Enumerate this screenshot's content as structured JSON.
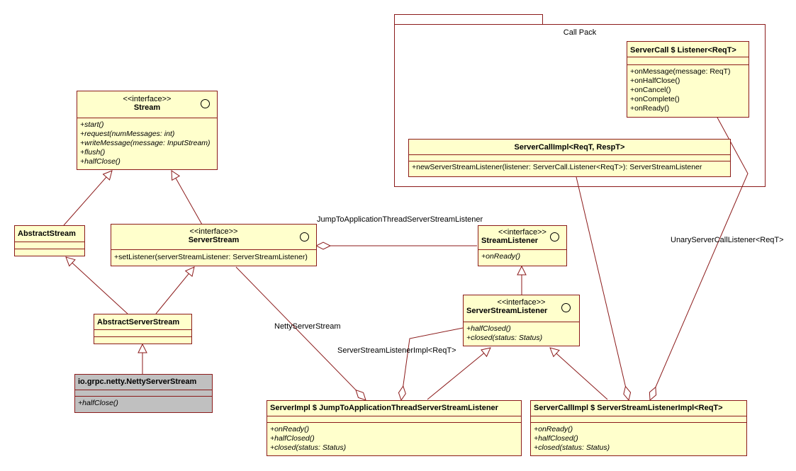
{
  "package": {
    "name": "Call Pack"
  },
  "classes": {
    "stream": {
      "stereotype": "<<interface>>",
      "name": "Stream",
      "ops": [
        "+start()",
        "+request(numMessages: int)",
        "+writeMessage(message: InputStream)",
        "+flush()",
        "+halfClose()"
      ]
    },
    "abstract_stream": {
      "name": "AbstractStream"
    },
    "server_stream": {
      "stereotype": "<<interface>>",
      "name": "ServerStream",
      "ops": [
        "+setListener(serverStreamListener: ServerStreamListener)"
      ]
    },
    "abstract_server_stream": {
      "name": "AbstractServerStream"
    },
    "netty_server_stream": {
      "name": "io.grpc.netty.NettyServerStream",
      "ops": [
        "+halfClose()"
      ]
    },
    "stream_listener": {
      "stereotype": "<<interface>>",
      "name": "StreamListener",
      "ops": [
        "+onReady()"
      ]
    },
    "server_stream_listener": {
      "stereotype": "<<interface>>",
      "name": "ServerStreamListener",
      "ops": [
        "+halfClosed()",
        "+closed(status: Status)"
      ]
    },
    "server_call_listener": {
      "name": "ServerCall $ Listener<ReqT>",
      "ops": [
        "+onMessage(message: ReqT)",
        "+onHalfClose()",
        "+onCancel()",
        "+onComplete()",
        "+onReady()"
      ]
    },
    "server_call_impl": {
      "name": "ServerCallImpl<ReqT, RespT>",
      "ops": [
        "+newServerStreamListener(listener: ServerCall.Listener<ReqT>): ServerStreamListener"
      ]
    },
    "jump_listener": {
      "name": "ServerImpl $ JumpToApplicationThreadServerStreamListener",
      "ops": [
        "+onReady()",
        "+halfClosed()",
        "+closed(status: Status)"
      ]
    },
    "server_call_impl_listener": {
      "name": "ServerCallImpl $ ServerStreamListenerImpl<ReqT>",
      "ops": [
        "+onReady()",
        "+halfClosed()",
        "+closed(status: Status)"
      ]
    }
  },
  "edge_labels": {
    "jump": "JumpToApplicationThreadServerStreamListener",
    "netty": "NettyServerStream",
    "listener_impl": "ServerStreamListenerImpl<ReqT>",
    "unary": "UnaryServerCallListener<ReqT>"
  },
  "colors": {
    "class_fill": "#ffffcc",
    "class_border": "#8b1a1a",
    "highlight_fill": "#c0c0c0"
  }
}
